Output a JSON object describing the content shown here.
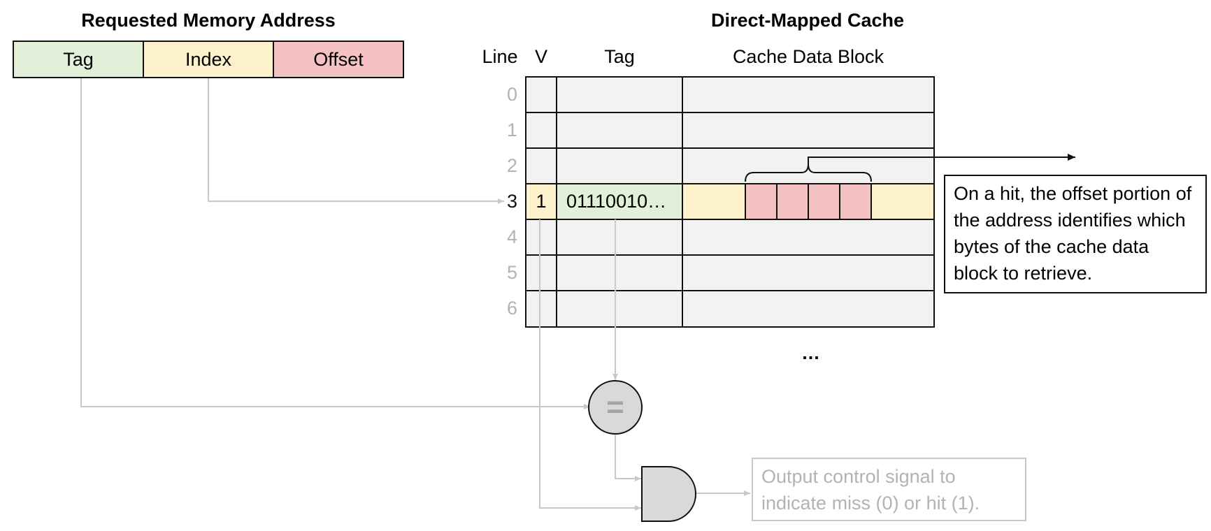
{
  "address": {
    "title": "Requested Memory Address",
    "fields": [
      {
        "label": "Tag",
        "color": "#e2efd9"
      },
      {
        "label": "Index",
        "color": "#fdf2cc"
      },
      {
        "label": "Offset",
        "color": "#f4c2c2"
      }
    ]
  },
  "cache": {
    "title": "Direct-Mapped Cache",
    "headers": {
      "line": "Line",
      "valid": "V",
      "tag": "Tag",
      "data": "Cache Data Block"
    },
    "lines": [
      "0",
      "1",
      "2",
      "3",
      "4",
      "5",
      "6"
    ],
    "highlighted_line": {
      "valid": "1",
      "tag": "01110010…"
    },
    "ellipsis": "...",
    "cell_color": "#f2f2f2",
    "highlight_colors": {
      "valid": "#fdf2cc",
      "tag": "#e2efd9",
      "data": "#fdf2cc",
      "offset_bytes": "#f4c2c2"
    }
  },
  "hit_note": "On a hit, the offset portion of the address identifies which bytes of the cache data block to retrieve.",
  "comparator_symbol": "=",
  "output_note": "Output control signal to indicate miss (0) or hit (1).",
  "colors": {
    "gray_wire": "#c8c8c8",
    "gate_fill": "#d9d9d9",
    "gray_text": "#b3b3b3"
  }
}
